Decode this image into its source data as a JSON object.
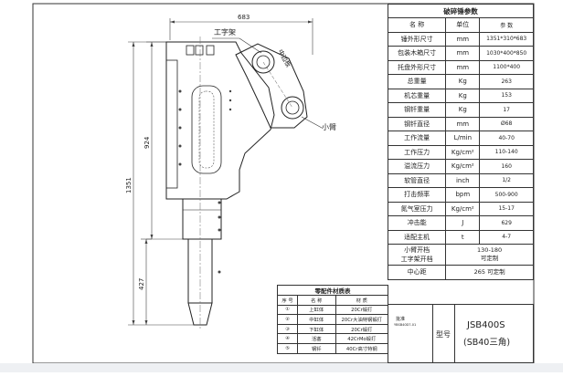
{
  "drawing": {
    "dims": {
      "width": "683",
      "height_total": "1351",
      "height_body": "924",
      "height_chisel": "427"
    },
    "labels": {
      "cross_frame": "工字架",
      "mid_plate": "中边板",
      "small_arm": "小臂"
    }
  },
  "params": {
    "title": "破碎锤参数",
    "headers": [
      "名 称",
      "单位",
      "参 数"
    ],
    "rows": [
      {
        "name": "锤外形尺寸",
        "unit": "mm",
        "value": "1351*310*683"
      },
      {
        "name": "包装木箱尺寸",
        "unit": "mm",
        "value": "1030*400*850"
      },
      {
        "name": "托盘外形尺寸",
        "unit": "mm",
        "value": "1100*400"
      },
      {
        "name": "总重量",
        "unit": "Kg",
        "value": "263"
      },
      {
        "name": "机芯重量",
        "unit": "Kg",
        "value": "153"
      },
      {
        "name": "钢钎重量",
        "unit": "Kg",
        "value": "17"
      },
      {
        "name": "钢钎直径",
        "unit": "mm",
        "value": "Ø68"
      },
      {
        "name": "工作流量",
        "unit": "L/min",
        "value": "40-70"
      },
      {
        "name": "工作压力",
        "unit": "Kg/cm²",
        "value": "110-140"
      },
      {
        "name": "溢流压力",
        "unit": "Kg/cm²",
        "value": "160"
      },
      {
        "name": "软管直径",
        "unit": "inch",
        "value": "1/2"
      },
      {
        "name": "打击频率",
        "unit": "bpm",
        "value": "500-900"
      },
      {
        "name": "氮气室压力",
        "unit": "Kg/cm²",
        "value": "15-17"
      },
      {
        "name": "冲击能",
        "unit": "J",
        "value": "629"
      },
      {
        "name": "适配主机",
        "unit": "t",
        "value": "4-7"
      }
    ],
    "arm_row": {
      "name_line1": "小臂开档",
      "name_line2": "工字架开档",
      "value_line1": "130-180",
      "value_line2": "可定制"
    },
    "center_row": {
      "name": "中心距",
      "value": "265  可定制"
    }
  },
  "parts_table": {
    "title": "零配件材质表",
    "headers": [
      "序 号",
      "名 称",
      "材 质"
    ],
    "rows": [
      {
        "no": "①",
        "name": "上缸体",
        "material": "20Cr锻打"
      },
      {
        "no": "②",
        "name": "中缸体",
        "material": "20Cr大油特钢锻打"
      },
      {
        "no": "③",
        "name": "下缸体",
        "material": "20Cr锻打"
      },
      {
        "no": "④",
        "name": "活塞",
        "material": "42CrMo锻打"
      },
      {
        "no": "⑤",
        "name": "钢钎",
        "material": "40Cr高寸特钢"
      }
    ]
  },
  "title_block": {
    "approve_label": "批准",
    "drawing_code": "YBSB40D7-01",
    "model_label": "型号",
    "model_primary": "JSB400S",
    "model_secondary": "(SB40三角)"
  }
}
